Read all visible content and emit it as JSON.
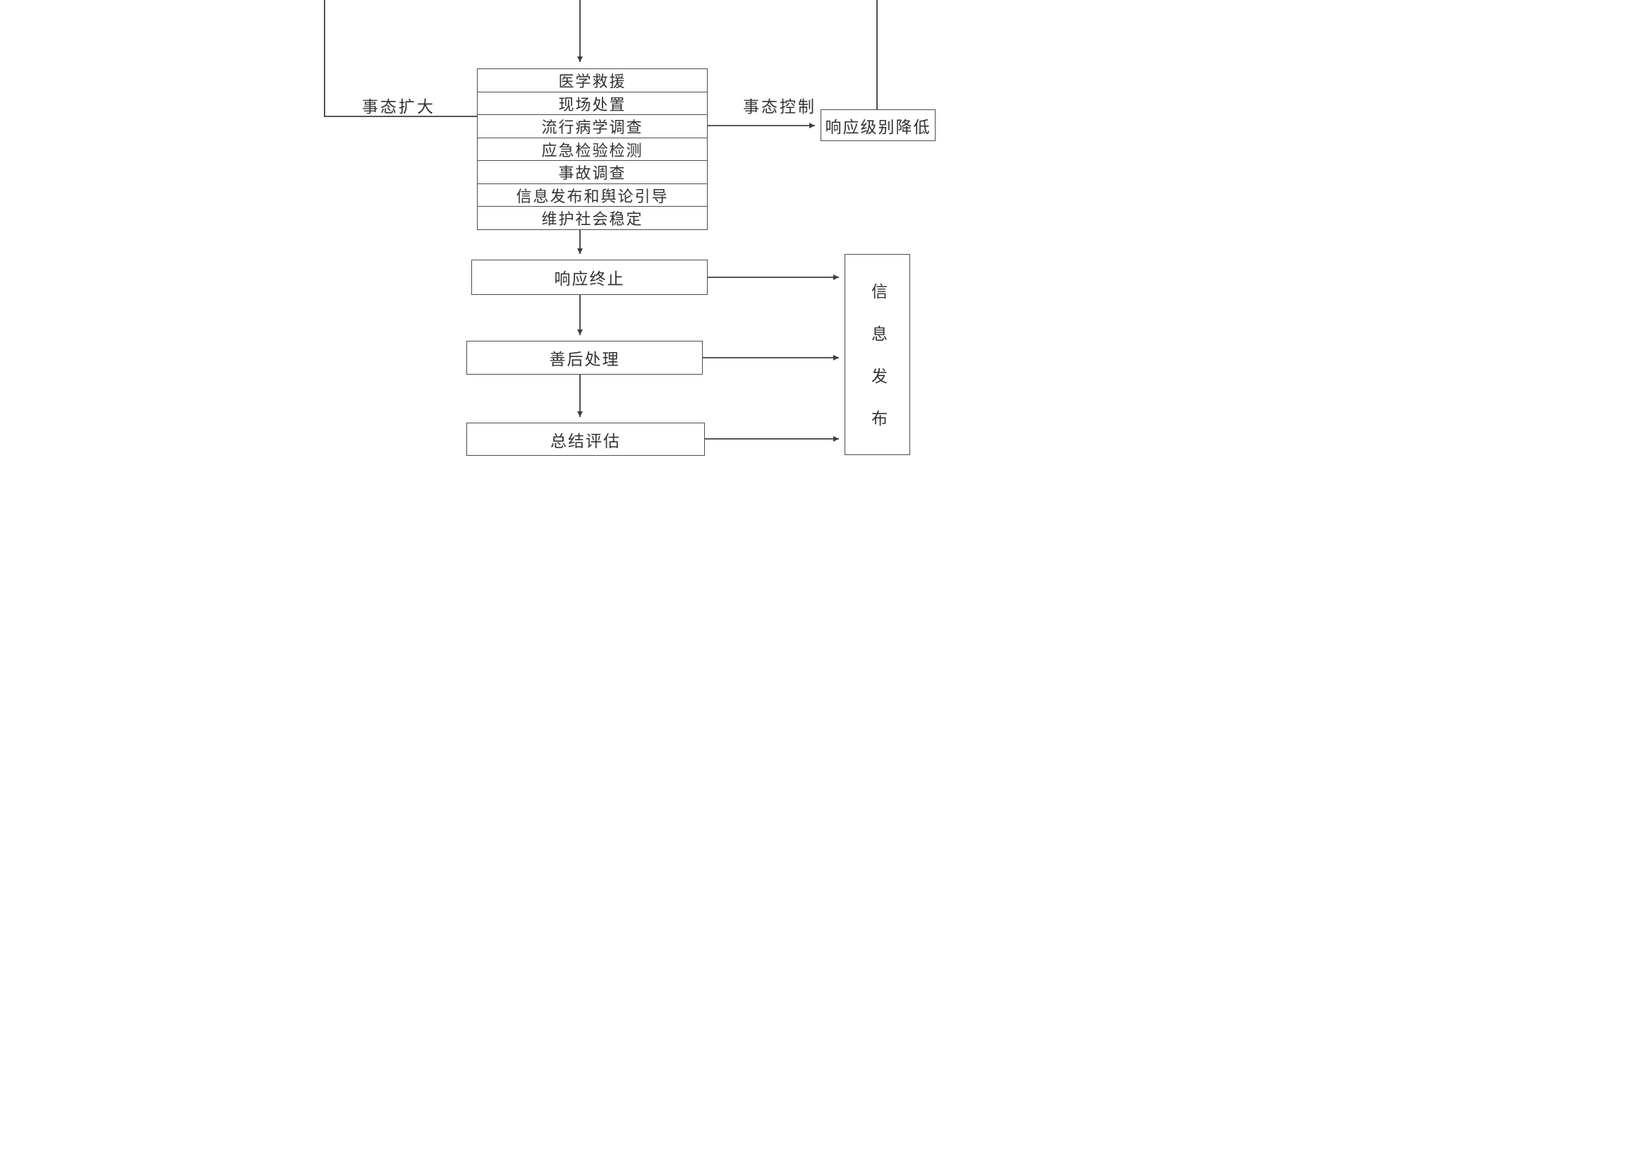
{
  "flowchart": {
    "labels": {
      "escalation": "事态扩大",
      "control": "事态控制"
    },
    "task_box": {
      "rows": [
        "医学救援",
        "现场处置",
        "流行病学调查",
        "应急检验检测",
        "事故调查",
        "信息发布和舆论引导",
        "维护社会稳定"
      ]
    },
    "boxes": {
      "response_level_lowered": "响应级别降低",
      "response_end": "响应终止",
      "aftermath": "善后处理",
      "evaluation": "总结评估",
      "info_release": "信息发布"
    },
    "colors": {
      "line": "#3f3f3f",
      "border": "#4d4d4d",
      "text": "#333333",
      "background": "#ffffff"
    }
  }
}
